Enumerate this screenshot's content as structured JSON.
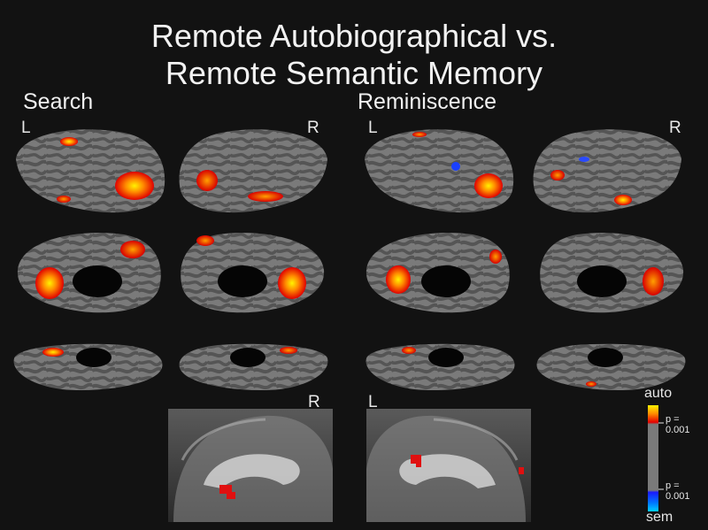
{
  "title_line1": "Remote Autobiographical vs.",
  "title_line2": "Remote Semantic Memory",
  "panels": {
    "left_heading": "Search",
    "right_heading": "Reminiscence"
  },
  "hemisphere_labels": {
    "search_left": "L",
    "search_right": "R",
    "remin_left": "L",
    "remin_right": "R",
    "slice_search": "R",
    "slice_remin": "L"
  },
  "colorbar": {
    "top_label": "auto",
    "bottom_label": "sem",
    "threshold_top": "p =",
    "threshold_top_value": "0.001",
    "threshold_bottom": "p =",
    "threshold_bottom_value": "0.001",
    "warm_colors": [
      "#fff200",
      "#ff8c00",
      "#e60000"
    ],
    "cool_colors": [
      "#1a1aff",
      "#0077ff",
      "#00d0ff"
    ]
  },
  "colors": {
    "background": "#121212",
    "cortex_light": "#7a7a7a",
    "cortex_dark": "#555555"
  }
}
